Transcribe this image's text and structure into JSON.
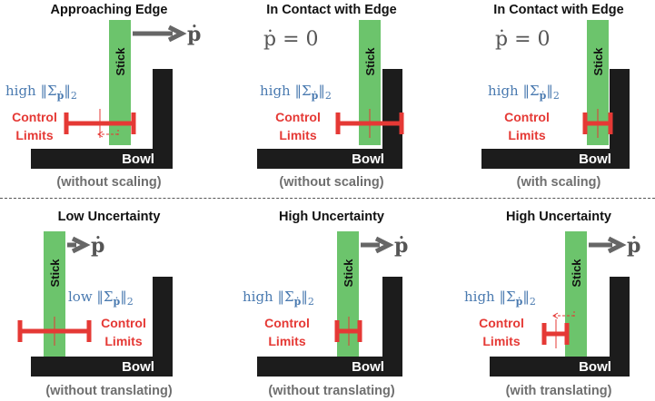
{
  "colors": {
    "stick": "#6cc46c",
    "bowl": "#1c1c1c",
    "control": "#e53935",
    "sigma_text": "#4a7ab0",
    "arrow": "#666666",
    "caption": "#6f6f6f"
  },
  "labels": {
    "stick": "Stick",
    "bowl": "Bowl",
    "control_line1": "Control",
    "control_line2": "Limits",
    "velocity": "ṗ",
    "velocity_zero": "ṗ = 0",
    "sigma_high": "high ‖Σ",
    "sigma_low": "low ‖Σ",
    "sigma_sub": "ṗ",
    "sigma_tail": "‖",
    "sigma_norm": "2"
  },
  "panels": [
    {
      "title": "Approaching Edge",
      "caption": "(without scaling)",
      "velocity": "arrow",
      "uncertainty": "high",
      "limits": "wide",
      "hint": "arrow-left"
    },
    {
      "title": "In Contact with Edge",
      "caption": "(without scaling)",
      "velocity": "zero",
      "uncertainty": "high",
      "limits": "wide",
      "hint": ""
    },
    {
      "title": "In Contact with Edge",
      "caption": "(with scaling)",
      "velocity": "zero",
      "uncertainty": "high",
      "limits": "narrow",
      "hint": ""
    },
    {
      "title": "Low Uncertainty",
      "caption": "(without translating)",
      "velocity": "arrow",
      "uncertainty": "low",
      "limits": "wide",
      "hint": ""
    },
    {
      "title": "High Uncertainty",
      "caption": "(without translating)",
      "velocity": "arrow",
      "uncertainty": "high",
      "limits": "narrow",
      "hint": ""
    },
    {
      "title": "High Uncertainty",
      "caption": "(with translating)",
      "velocity": "arrow",
      "uncertainty": "high",
      "limits": "narrow-shifted",
      "hint": "arrow-left"
    }
  ]
}
